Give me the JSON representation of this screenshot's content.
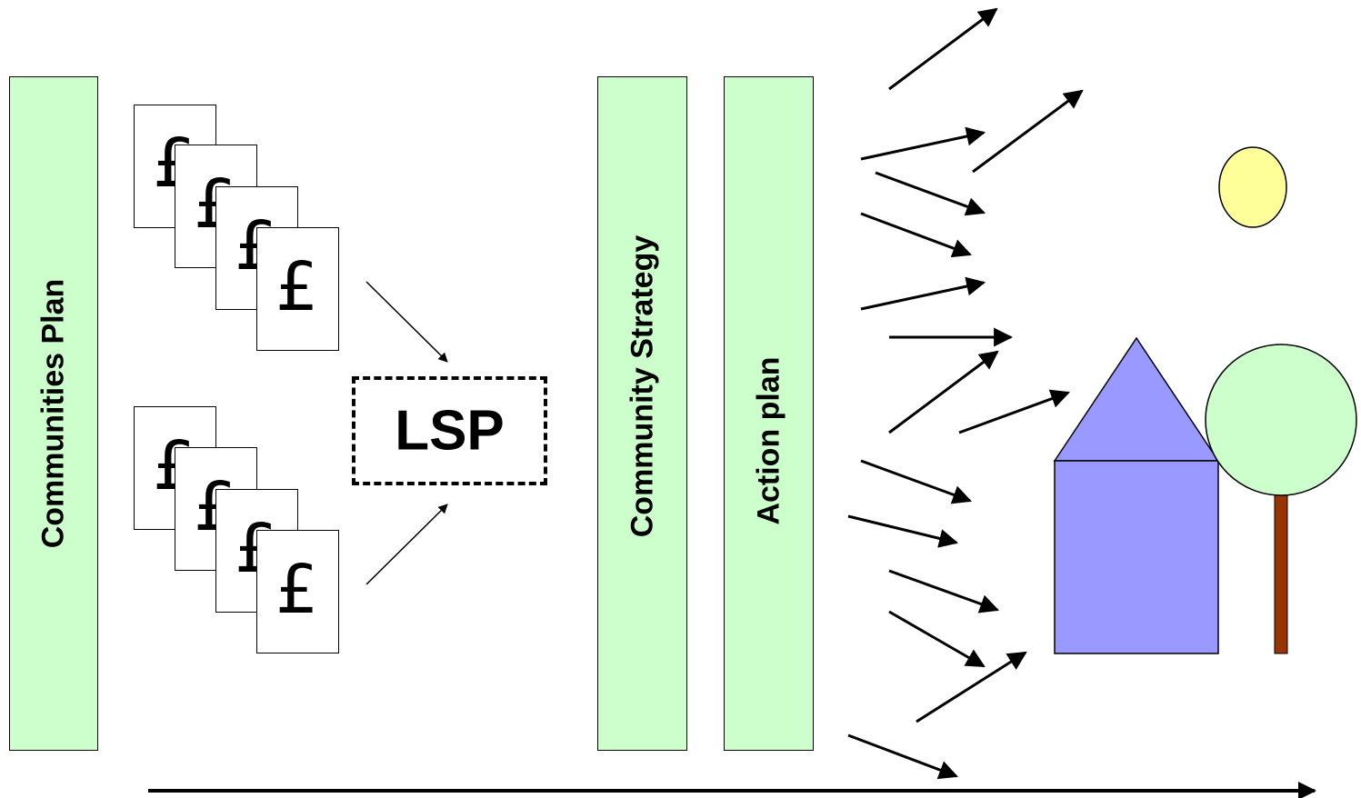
{
  "bars": {
    "communities_plan": "Communities Plan",
    "community_strategy": "Community Strategy",
    "action_plan": "Action plan"
  },
  "lsp": {
    "label": "LSP"
  },
  "money": {
    "symbol": "£"
  },
  "colors": {
    "bar_fill": "#ccffcc",
    "house": "#9999ff",
    "sun": "#ffff99",
    "tree_top": "#ccffcc",
    "trunk": "#993300"
  }
}
